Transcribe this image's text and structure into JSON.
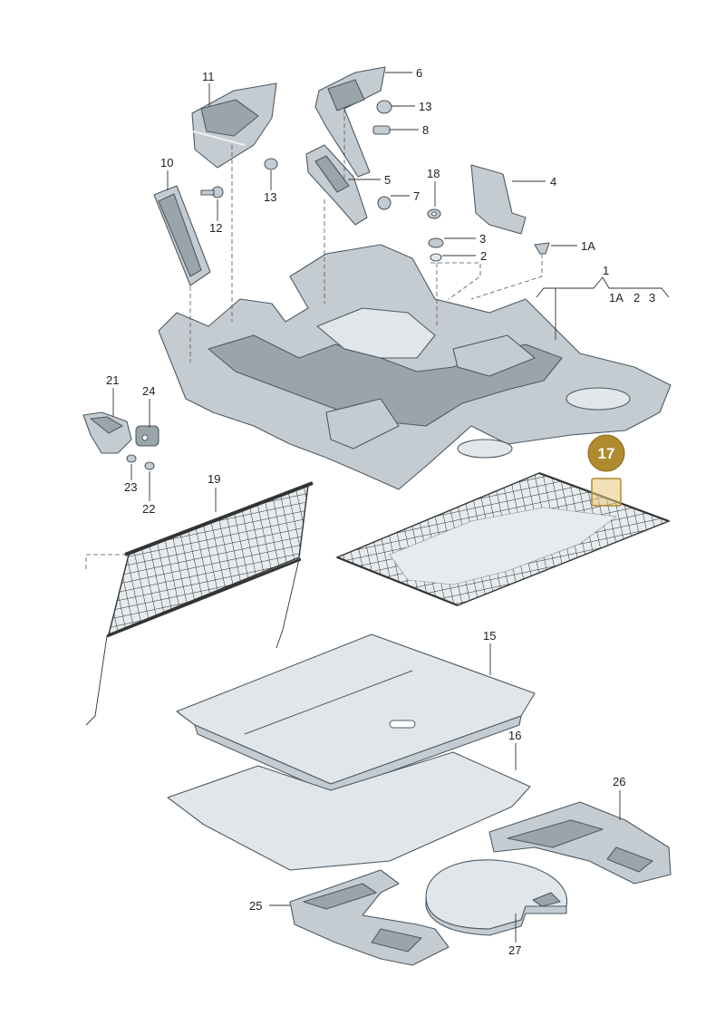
{
  "callouts": [
    {
      "id": "l1",
      "text": "1"
    },
    {
      "id": "l1A",
      "text": "1A"
    },
    {
      "id": "l1A_b",
      "text": "1A"
    },
    {
      "id": "l2",
      "text": "2"
    },
    {
      "id": "l2_b",
      "text": "2"
    },
    {
      "id": "l3",
      "text": "3"
    },
    {
      "id": "l3_b",
      "text": "3"
    },
    {
      "id": "l4",
      "text": "4"
    },
    {
      "id": "l5",
      "text": "5"
    },
    {
      "id": "l6",
      "text": "6"
    },
    {
      "id": "l7",
      "text": "7"
    },
    {
      "id": "l8",
      "text": "8"
    },
    {
      "id": "l10",
      "text": "10"
    },
    {
      "id": "l11",
      "text": "11"
    },
    {
      "id": "l12",
      "text": "12"
    },
    {
      "id": "l13a",
      "text": "13"
    },
    {
      "id": "l13b",
      "text": "13"
    },
    {
      "id": "l15",
      "text": "15"
    },
    {
      "id": "l16",
      "text": "16"
    },
    {
      "id": "l18",
      "text": "18"
    },
    {
      "id": "l19",
      "text": "19"
    },
    {
      "id": "l21",
      "text": "21"
    },
    {
      "id": "l22",
      "text": "22"
    },
    {
      "id": "l23",
      "text": "23"
    },
    {
      "id": "l24",
      "text": "24"
    },
    {
      "id": "l25",
      "text": "25"
    },
    {
      "id": "l26",
      "text": "26"
    },
    {
      "id": "l27",
      "text": "27"
    }
  ],
  "highlight": {
    "text": "17",
    "color": "#b08a2e",
    "box_color": "#e8c97a"
  },
  "colors": {
    "part_fill": "#c4ccd2",
    "part_stroke": "#4e5a62"
  }
}
